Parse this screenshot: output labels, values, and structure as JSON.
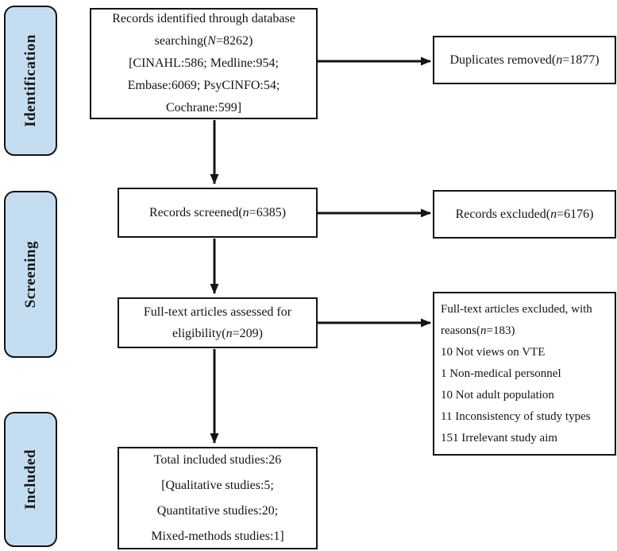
{
  "diagram": {
    "colors": {
      "stage_fill": "#c5ddf1",
      "line": "#141414",
      "box_bg": "#ffffff",
      "text": "#141414",
      "background": "#ffffff"
    },
    "stages": [
      {
        "label": "Identification"
      },
      {
        "label": "Screening"
      },
      {
        "label": "Included"
      }
    ],
    "boxes": {
      "identified": {
        "line1": "Records identified through database",
        "line2": {
          "pre": "searching(",
          "var": "N",
          "post": "=8262)"
        },
        "line3": "[CINAHL:586; Medline:954;",
        "line4": "Embase:6069; PsyCINFO:54;",
        "line5": "Cochrane:599]"
      },
      "duplicates": {
        "line": {
          "pre": "Duplicates removed(",
          "var": "n",
          "post": "=1877)"
        }
      },
      "screened": {
        "line": {
          "pre": "Records screened(",
          "var": "n",
          "post": "=6385)"
        }
      },
      "excluded": {
        "line": {
          "pre": "Records excluded(",
          "var": "n",
          "post": "=6176)"
        }
      },
      "fulltext": {
        "line1": "Full-text articles assessed for",
        "line2": {
          "pre": "eligibility(",
          "var": "n",
          "post": "=209)"
        }
      },
      "fulltext_excluded": {
        "line1": "Full-text articles excluded, with",
        "line2": {
          "pre": "reasons(",
          "var": "n",
          "post": "=183)"
        },
        "reasons": [
          "10 Not views on VTE",
          "1 Non-medical personnel",
          "10 Not adult population",
          "11 Inconsistency of study types",
          "151 Irrelevant study aim"
        ]
      },
      "included": {
        "line1": "Total included studies:26",
        "line2": "[Qualitative studies:5;",
        "line3": "Quantitative studies:20;",
        "line4": "Mixed-methods studies:1]"
      }
    }
  }
}
